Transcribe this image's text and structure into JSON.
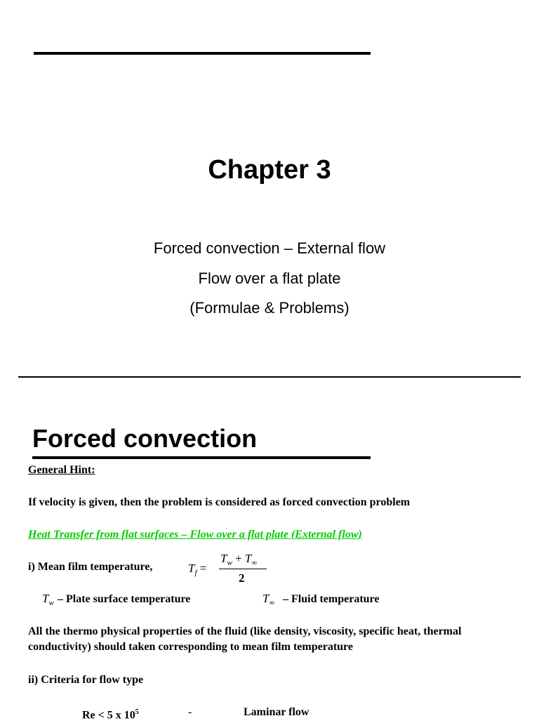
{
  "slide1": {
    "title": "Chapter 3",
    "subtitle_line1": "Forced convection – External flow",
    "subtitle_line2": "Flow over a flat plate",
    "subtitle_line3": "(Formulae & Problems)"
  },
  "slide2": {
    "title": "Forced convection",
    "hint_heading": "General Hint:",
    "hint_text": "If velocity is given, then the problem is considered as forced convection problem",
    "section_heading": "Heat Transfer from flat surfaces – Flow over a flat plate (External flow)",
    "film_temp_label": "i) Mean film temperature,",
    "equation": {
      "lhs_symbol": "T",
      "lhs_subscript": "f",
      "equals": "=",
      "num_symbol1": "T",
      "num_sub1": "w",
      "plus": "+",
      "num_symbol2": "T",
      "num_sub2": "∞",
      "denominator": "2"
    },
    "tw_symbol": "T",
    "tw_subscript": "w",
    "tw_desc": "– Plate surface temperature",
    "tinf_symbol": "T",
    "tinf_subscript": "∞",
    "tinf_desc": "– Fluid temperature",
    "properties_text": "All the thermo physical properties of the fluid (like density, viscosity, specific heat, thermal conductivity) should taken corresponding to mean film temperature",
    "criteria_label": "ii) Criteria for flow type",
    "criteria_rows": [
      {
        "condition": "Re < 5 x 10",
        "exponent": "5",
        "dash": "-",
        "flow_type": "Laminar flow"
      }
    ]
  },
  "colors": {
    "green_heading": "#00cc00",
    "rule": "#000000"
  }
}
